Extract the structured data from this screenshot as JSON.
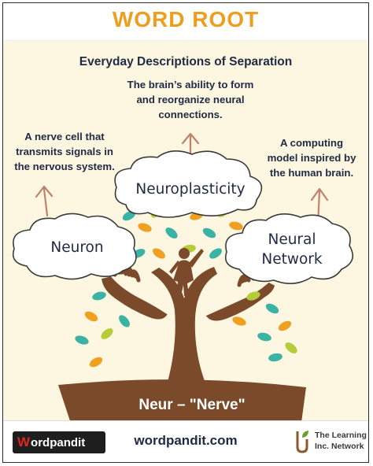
{
  "header": {
    "title": "WORD ROOT"
  },
  "subtitle": "Everyday Descriptions of Separation",
  "descriptions": {
    "neuroplasticity": [
      "The brain’s ability to form",
      "and reorganize neural",
      "connections."
    ],
    "neuron": [
      "A nerve cell that",
      "transmits signals in",
      "the nervous system."
    ],
    "neural_network": [
      "A computing",
      "model inspired by",
      "the human brain."
    ]
  },
  "clouds": {
    "neuroplasticity": "Neuroplasticity",
    "neuron": "Neuron",
    "neural_network_line1": "Neural",
    "neural_network_line2": "Network"
  },
  "root": {
    "label": "Neur – \"Nerve\""
  },
  "footer": {
    "logo_w": "W",
    "logo_rest": "ordpandit",
    "site": "wordpandit.com",
    "partner_line1": "The Learning",
    "partner_line2": "Inc. Network"
  },
  "colors": {
    "title": "#ef9d1f",
    "text": "#1f2a44",
    "background": "#fdf6e0",
    "trunk": "#7a4a2b",
    "leaf_teal": "#3bb3a4",
    "leaf_orange": "#f0a020",
    "leaf_green": "#b7cc3a",
    "child": "#7a4a2b"
  }
}
